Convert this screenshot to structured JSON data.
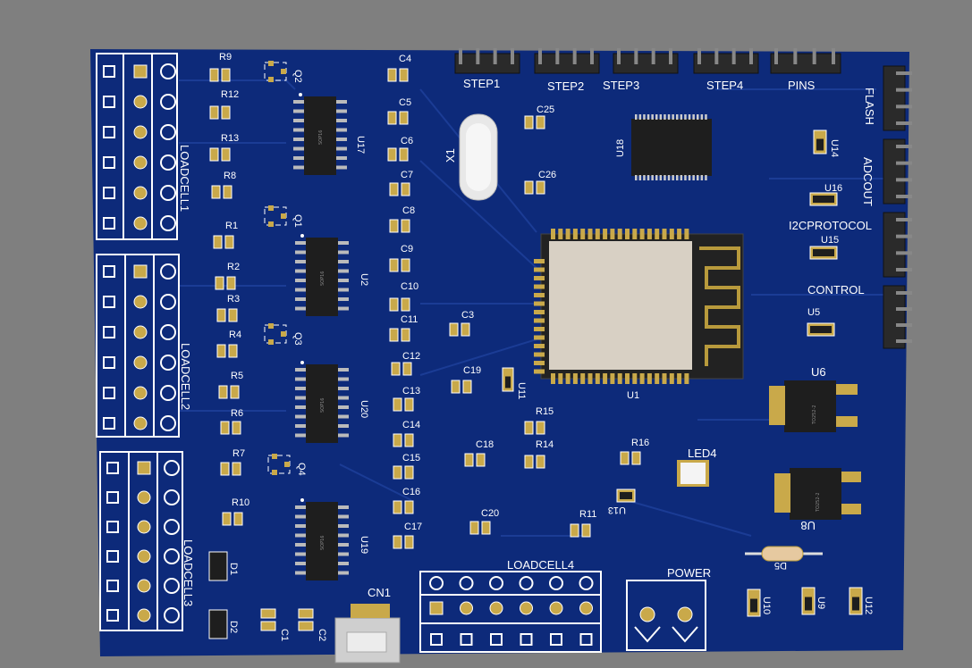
{
  "colors": {
    "background": "#7f7f7f",
    "board": "#0d2a7a",
    "silkscreen": "#ffffff",
    "pad": "#c9a94a",
    "chip": "#1e1e1e",
    "header_pin": "#555555",
    "module_shield": "#d8d0c4"
  },
  "connectors_top": [
    "STEP1",
    "STEP2",
    "STEP3",
    "STEP4",
    "PINS"
  ],
  "connectors_right": [
    "FLASH",
    "ADCOUT",
    "I2CPROTOCOL",
    "CONTROL"
  ],
  "loadcells": [
    "LOADCELL1",
    "LOADCELL2",
    "LOADCELL3",
    "LOADCELL4"
  ],
  "labels": {
    "power": "POWER",
    "cn1": "CN1",
    "crystal": "X1",
    "module": "U1",
    "led4": "LED4",
    "d5": "D5",
    "d1": "D1",
    "d2": "D2",
    "u6": "U6",
    "u8": "U8"
  },
  "regulator_marking": "TO252-2",
  "soic_marking": "SOP16",
  "resistors": [
    "R9",
    "R12",
    "R13",
    "R8",
    "R1",
    "R2",
    "R3",
    "R4",
    "R5",
    "R6",
    "R7",
    "R10",
    "R15",
    "R14",
    "R16",
    "R11"
  ],
  "capacitors": [
    "C4",
    "C5",
    "C6",
    "C7",
    "C8",
    "C9",
    "C10",
    "C11",
    "C12",
    "C13",
    "C14",
    "C15",
    "C16",
    "C17",
    "C3",
    "C19",
    "C18",
    "C20",
    "C25",
    "C26",
    "C1",
    "C2"
  ],
  "transistors": [
    "Q2",
    "Q1",
    "Q3",
    "Q4"
  ],
  "ics": [
    "U17",
    "U2",
    "U20",
    "U19",
    "U18",
    "U11",
    "U13",
    "U14",
    "U16",
    "U15",
    "U5",
    "U10",
    "U9",
    "U12"
  ]
}
